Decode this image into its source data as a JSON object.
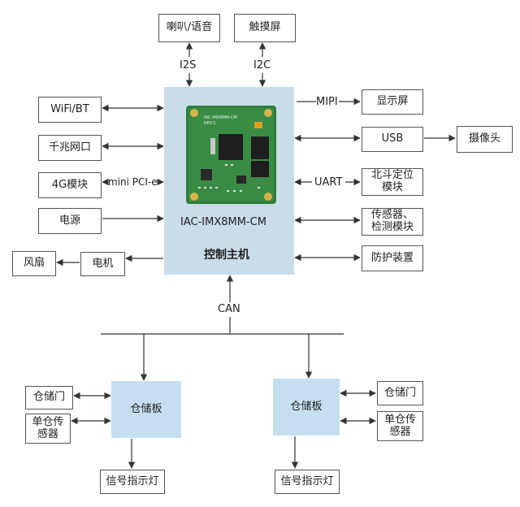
{
  "top": {
    "speaker": "喇叭/语音",
    "touch": "触摸屏",
    "i2s": "I2S",
    "i2c": "I2C"
  },
  "left": {
    "wifi": "WiFi/BT",
    "gigabit": "千兆网口",
    "module4g": "4G模块",
    "power": "电源",
    "motor": "电机",
    "fan": "风扇",
    "minipcie": "mini PCI-e"
  },
  "right": {
    "display": "显示屏",
    "usb": "USB",
    "camera": "摄像头",
    "gps_line1": "北斗定位",
    "gps_line2": "模块",
    "sensor_line1": "传感器、",
    "sensor_line2": "检测模块",
    "protect": "防护装置",
    "mipi": "MIPI",
    "uart": "UART"
  },
  "host": {
    "model": "IAC-IMX8MM-CM",
    "title": "控制主机",
    "board_silk": "IAC-IMX8MM-CM",
    "board_rev": "REV:1"
  },
  "bus": {
    "can": "CAN"
  },
  "left_board": {
    "board": "仓储板",
    "door": "仓储门",
    "sensor_line1": "单仓传",
    "sensor_line2": "感器",
    "light": "信号指示灯"
  },
  "right_board": {
    "board": "仓储板",
    "door": "仓储门",
    "sensor_line1": "单仓传",
    "sensor_line2": "感器",
    "light": "信号指示灯"
  },
  "colors": {
    "host_panel": "#c9dcea",
    "storage_board": "#c5dff0",
    "pcb": "#2e7d3a"
  }
}
